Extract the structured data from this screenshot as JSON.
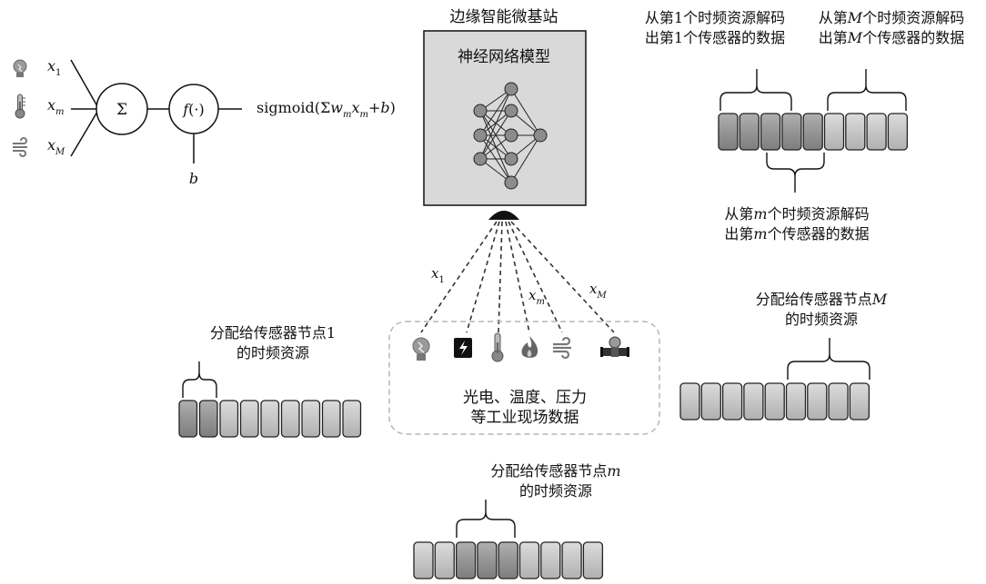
{
  "neuron": {
    "inputs": [
      {
        "icon": "lightbulb-icon",
        "label": "x",
        "sub": "1"
      },
      {
        "icon": "thermometer-icon",
        "label": "x",
        "sub": "m"
      },
      {
        "icon": "wind-icon",
        "label": "x",
        "sub": "M"
      }
    ],
    "sum_symbol": "Σ",
    "act_f": "f",
    "act_arg": "(·)",
    "bias": "b",
    "output": {
      "pre": "sigmoid(Σ",
      "w": "w",
      "w_sub": "m",
      "x": "x",
      "x_sub": "m",
      "plus": "+",
      "b": "b",
      "close": ")"
    }
  },
  "base_station": {
    "title": "边缘智能微基站",
    "model_label": "神经网络模型"
  },
  "links": [
    {
      "label": "x",
      "sub": "1"
    },
    {
      "label": "x",
      "sub": "m"
    },
    {
      "label": "x",
      "sub": "M"
    }
  ],
  "sensors": {
    "icons": [
      "lightbulb-icon",
      "power-icon",
      "thermometer-icon",
      "flame-icon",
      "wind-icon",
      "pressure-gauge-icon"
    ],
    "caption_line1": "光电、温度、压力",
    "caption_line2": "等工业现场数据"
  },
  "decode": {
    "left": {
      "line1_pre": "从第1个时频资源解码",
      "line2": "出第1个传感器的数据"
    },
    "right": {
      "line1_pre": "从第",
      "line1_var": "M",
      "line1_post": "个时频资源解码",
      "line2_pre": "出第",
      "line2_var": "M",
      "line2_post": "个传感器的数据"
    },
    "middle": {
      "line1_pre": "从第",
      "line1_var": "m",
      "line1_post": "个时频资源解码",
      "line2_pre": "出第",
      "line2_var": "m",
      "line2_post": "个传感器的数据"
    }
  },
  "allocations": {
    "node1": {
      "line1": "分配给传感器节点1",
      "line2": "的时频资源"
    },
    "nodeM": {
      "line1_pre": "分配给传感器节点",
      "line1_var": "M",
      "line2": "的时频资源"
    },
    "nodem": {
      "line1_pre": "分配给传感器节点",
      "line1_var": "m",
      "line2": "的时频资源"
    }
  },
  "colors": {
    "light_block": "#cccccc",
    "dark_block": "#9a9a9a",
    "box_fill": "#d9d9d9",
    "node_fill": "#8c8c8c",
    "dashed_border": "#b5b5b5"
  }
}
